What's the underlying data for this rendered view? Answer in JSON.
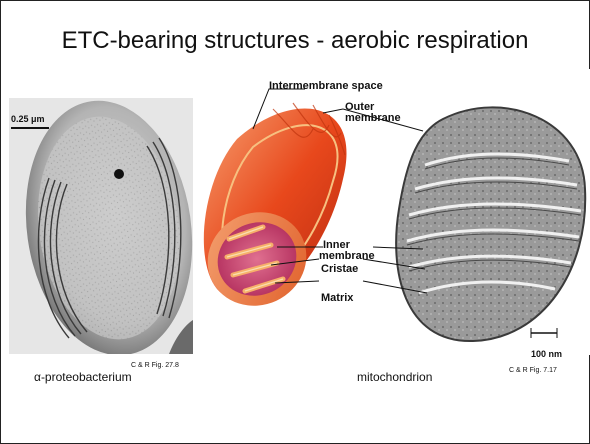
{
  "slide": {
    "title": "ETC-bearing structures - aerobic respiration"
  },
  "left_figure": {
    "scale_bar_label": "0.25 μm",
    "figure_ref": "C & R Fig. 27.8",
    "caption": "α-proteobacterium"
  },
  "right_figure": {
    "labels": {
      "intermembrane_space": "Intermembrane space",
      "outer_membrane_1": "Outer",
      "outer_membrane_2": "membrane",
      "inner_membrane_1": "Inner",
      "inner_membrane_2": "membrane",
      "cristae": "Cristae",
      "matrix": "Matrix"
    },
    "scale_bar_label": "100 nm",
    "figure_ref": "C & R Fig. 7.17",
    "caption": "mitochondrion"
  },
  "colors": {
    "mito_outer": "#e8481c",
    "mito_inner": "#f07a3a",
    "mito_matrix": "#c8366e",
    "em_gray": "#8a8a8a"
  }
}
